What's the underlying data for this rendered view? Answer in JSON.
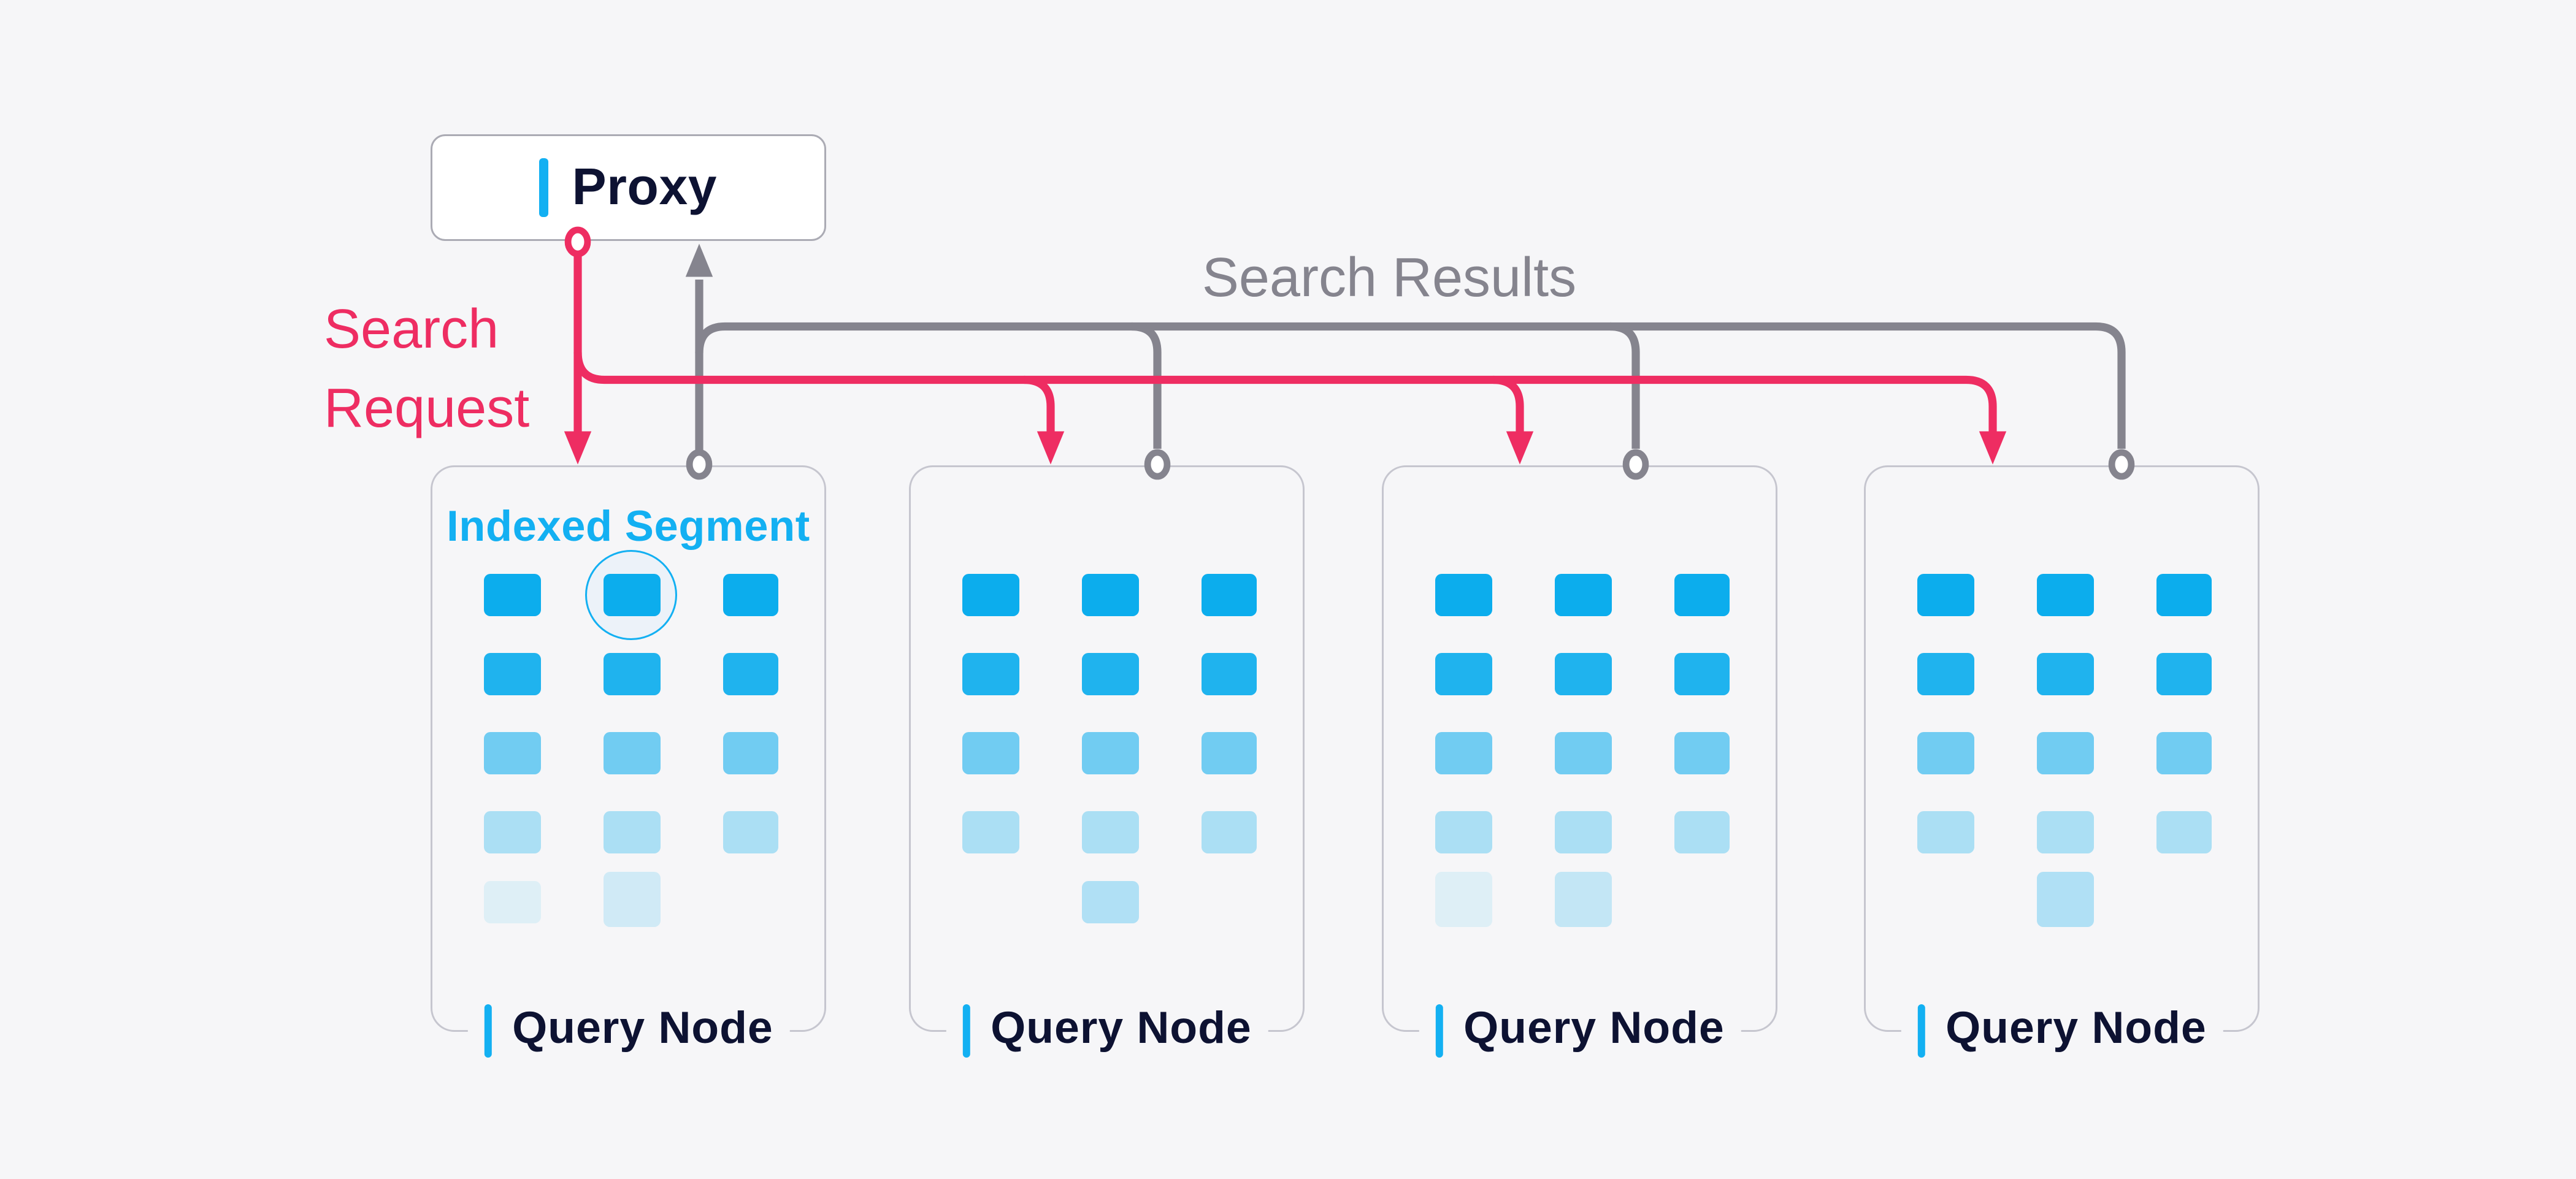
{
  "proxy": {
    "label": "Proxy"
  },
  "flows": {
    "request": {
      "label": "Search Request",
      "color": "#ee2d62"
    },
    "results": {
      "label": "Search Results",
      "color": "#85848e"
    }
  },
  "nodes": [
    {
      "label": "Query Node",
      "segment": {
        "label": "Indexed Segment",
        "highlighted": true
      }
    },
    {
      "label": "Query Node"
    },
    {
      "label": "Query Node"
    },
    {
      "label": "Query Node"
    }
  ],
  "blocks": {
    "base_color": "#0caded",
    "columns": 3,
    "row_opacities": [
      1,
      0.92,
      0.57,
      0.32
    ],
    "row5": [
      [
        {
          "col": 0,
          "opacity": 0.1
        },
        {
          "col": 1,
          "opacity": 0.16,
          "tall": true
        }
      ],
      [
        {
          "col": 1,
          "opacity": 0.3
        }
      ],
      [
        {
          "col": 0,
          "opacity": 0.1,
          "tall": true
        },
        {
          "col": 1,
          "opacity": 0.22,
          "tall": true
        }
      ],
      [
        {
          "col": 1,
          "opacity": 0.3,
          "tall": true
        }
      ]
    ]
  },
  "colors": {
    "background": "#f6f6f8",
    "navy": "#0d1232",
    "cyan": "#13b0f2",
    "pink": "#ee2d62",
    "line_gray": "#85848e",
    "node_border": "#c6c6cf",
    "proxy_border": "#ababb4",
    "block_blue": "#0caded",
    "highlight_fill": "#ecf2f9",
    "connector_fill": "#ffffff"
  }
}
